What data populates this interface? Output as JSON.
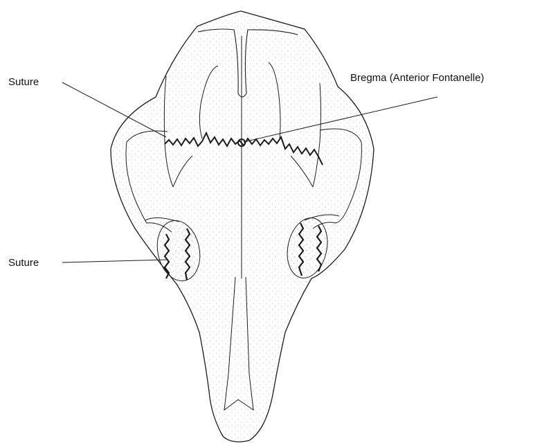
{
  "labels": {
    "suture_top": "Suture",
    "bregma": "Bregma  (Anterior Fontanelle)",
    "suture_bottom": "Suture"
  },
  "colors": {
    "line": "#1a1a1a",
    "stipple": "#9a9a9a",
    "background": "#ffffff"
  }
}
